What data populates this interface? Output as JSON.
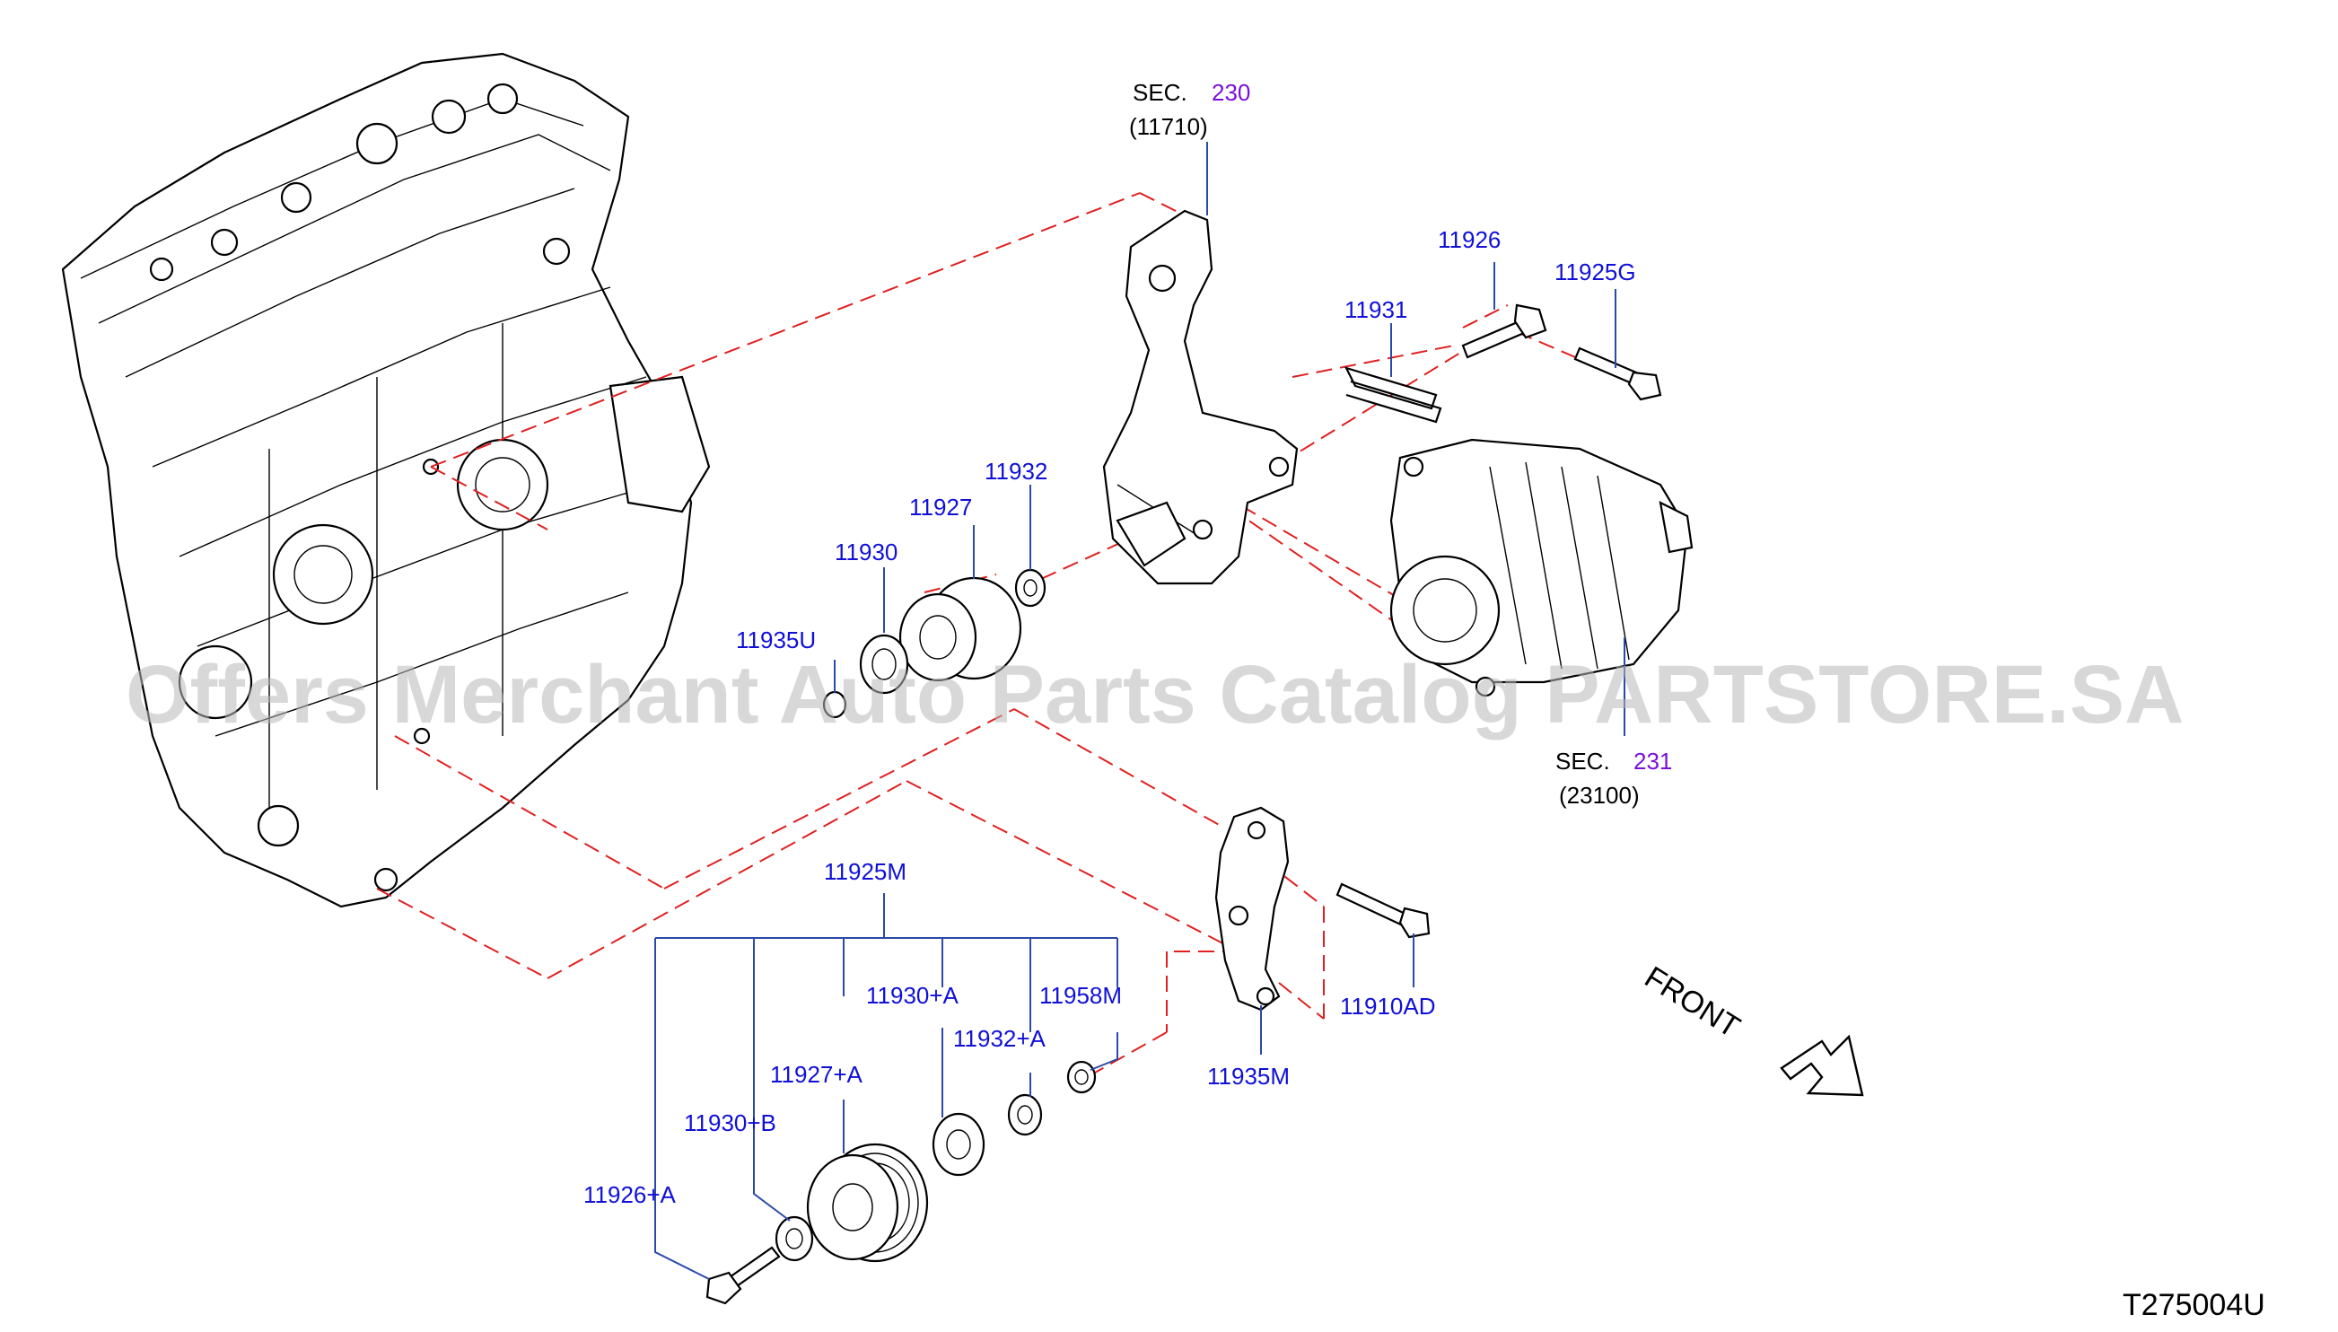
{
  "labels": {
    "sec230_prefix": "SEC.",
    "sec230_num": "230",
    "sec230_code": "(11710)",
    "sec231_prefix": "SEC.",
    "sec231_num": "231",
    "sec231_code": "(23100)",
    "p11926": "11926",
    "p11925g": "11925G",
    "p11931": "11931",
    "p11932": "11932",
    "p11927": "11927",
    "p11930": "11930",
    "p11935u": "11935U",
    "p11925m": "11925M",
    "p11930a": "11930+A",
    "p11958m": "11958M",
    "p11932a": "11932+A",
    "p11927a": "11927+A",
    "p11930b": "11930+B",
    "p11926a": "11926+A",
    "p11935m": "11935M",
    "p11910ad": "11910AD"
  },
  "front_label": "FRONT",
  "diagram_code": "T275004U",
  "watermark": "Offers Merchant Auto Parts Catalog PARTSTORE.SA",
  "colors": {
    "label_blue": "#1010d8",
    "section_purple": "#7a10d8",
    "leader_blue": "#2a4aa8",
    "dash_red": "#e02020"
  }
}
